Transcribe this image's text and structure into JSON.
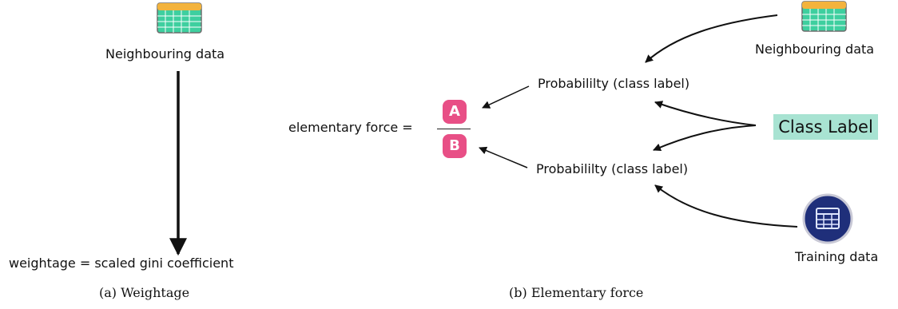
{
  "left_panel": {
    "source_label": "Neighbouring data",
    "result_label": "weightage = scaled gini coefficient",
    "caption": "(a) Weightage"
  },
  "right_panel": {
    "neighbouring_label": "Neighbouring data",
    "prob_top": "Probabililty (class label)",
    "prob_bottom": "Probabililty (class label)",
    "class_label": "Class Label",
    "training_label": "Training data",
    "force_prefix": "elementary force =",
    "numerator_badge": "A",
    "denominator_badge": "B",
    "caption": "(b) Elementary force"
  },
  "colors": {
    "badge": "#e84f86",
    "class_label_bg": "#a8e3d2",
    "table_icon_header": "#f3b33d",
    "table_icon_cells": "#3ecf9f",
    "training_icon_circle": "#1f2f7a"
  }
}
